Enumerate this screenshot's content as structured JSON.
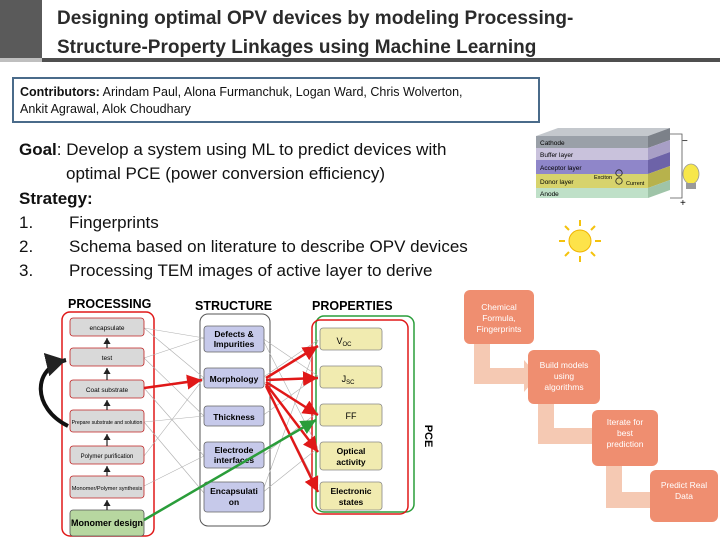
{
  "slide": {
    "title_line1": "Designing optimal OPV devices by modeling Processing-",
    "title_line2": "Structure-Property Linkages using Machine Learning"
  },
  "contributors": {
    "label": "Contributors:",
    "names_line1": " Arindam Paul, Alona Furmanchuk, Logan Ward, Chris Wolverton,",
    "names_line2": "Ankit Agrawal, Alok Choudhary"
  },
  "goal": {
    "label": "Goal",
    "text_line1": ": Develop a system using ML to predict devices with",
    "text_line2": "optimal PCE (power conversion efficiency)",
    "strategy_label": "Strategy:",
    "items": [
      {
        "num": "1.",
        "text": "Fingerprints"
      },
      {
        "num": "2.",
        "text": "Schema based on literature to describe OPV devices"
      },
      {
        "num": "3.",
        "text": "Processing TEM images of active layer to derive"
      }
    ]
  },
  "device": {
    "layers": [
      "Cathode",
      "Buffer layer",
      "Acceptor layer",
      "Donor layer",
      "Anode"
    ],
    "exciton_label": "Exciton",
    "current_label": "Current",
    "minus_sign": "−",
    "plus_sign": "+",
    "colors": {
      "cathode": "#9aa0a8",
      "buffer": "#c9c2dc",
      "acceptor": "#8f86c9",
      "donor": "#d7d36c",
      "anode": "#bfe0c8"
    }
  },
  "pspl": {
    "headers": {
      "processing": "PROCESSING",
      "structure": "STRUCTURE",
      "properties": "PROPERTIES"
    },
    "processing_items": [
      "encapsulate",
      "test",
      "Coat substrate",
      "Prepare substrate and solution",
      "Polymer purification",
      "Monomer/Polymer synthesis",
      "Monomer design"
    ],
    "structure_items": [
      "Defects & Impurities",
      "Morphology",
      "Thickness",
      "Electrode interfaces",
      "Encapsulati on"
    ],
    "property_items": [
      "VOC",
      "JSC",
      "FF",
      "Optical activity",
      "Electronic states"
    ],
    "pce_label": "PCE",
    "colors": {
      "processing_fill": "#d9d9d9",
      "structure_fill": "#c6c9ea",
      "property_fill": "#f1ebb0",
      "monomer_fill": "#b7d7a0",
      "red": "#e01818",
      "green": "#2a9d3a"
    }
  },
  "workflow": {
    "steps": [
      "Chemical Formula, Fingerprints",
      "Build models using algorithms",
      "Iterate for best prediction",
      "Predict Real Data"
    ],
    "colors": {
      "step_fill": "#ef8e70",
      "arrow_fill": "#f5c9b3"
    }
  }
}
